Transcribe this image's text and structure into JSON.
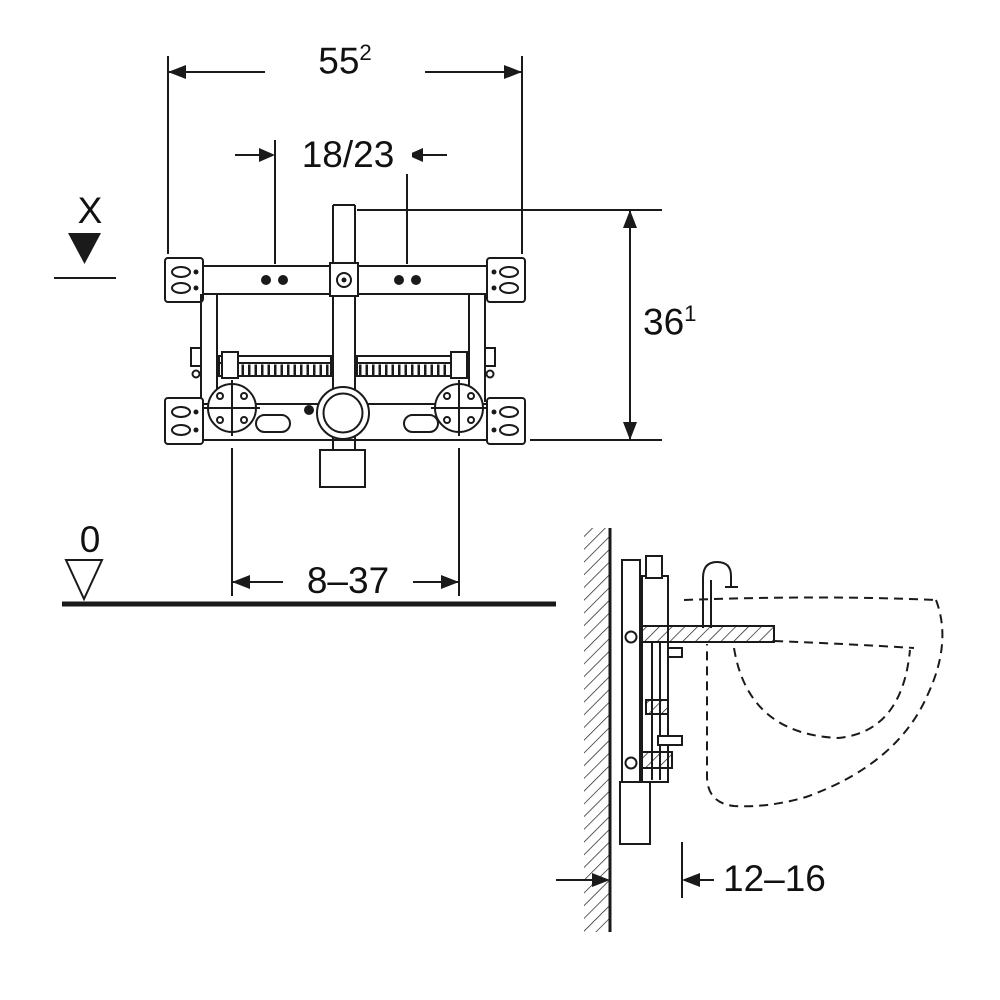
{
  "drawing": {
    "front_view": {
      "dim_width_main": "55",
      "dim_width_sup": "2",
      "dim_bolt_spacing": "18/23",
      "marker_x": "X",
      "dim_height_main": "36",
      "dim_height_sup": "1",
      "dim_depth_range": "8–37",
      "marker_zero": "0"
    },
    "side_view": {
      "dim_wall_distance": "12–16"
    }
  }
}
